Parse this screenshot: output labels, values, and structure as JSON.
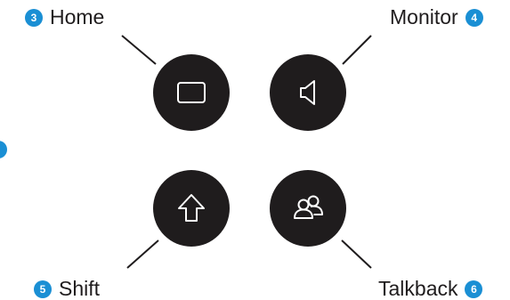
{
  "colors": {
    "button": "#1f1c1d",
    "badge": "#1a8fd4",
    "line": "#1f1c1d"
  },
  "callouts": {
    "home": {
      "number": "3",
      "label": "Home",
      "icon": "rectangle-icon"
    },
    "monitor": {
      "number": "4",
      "label": "Monitor",
      "icon": "speaker-icon"
    },
    "shift": {
      "number": "5",
      "label": "Shift",
      "icon": "shift-arrow-icon"
    },
    "talkback": {
      "number": "6",
      "label": "Talkback",
      "icon": "people-icon"
    }
  }
}
